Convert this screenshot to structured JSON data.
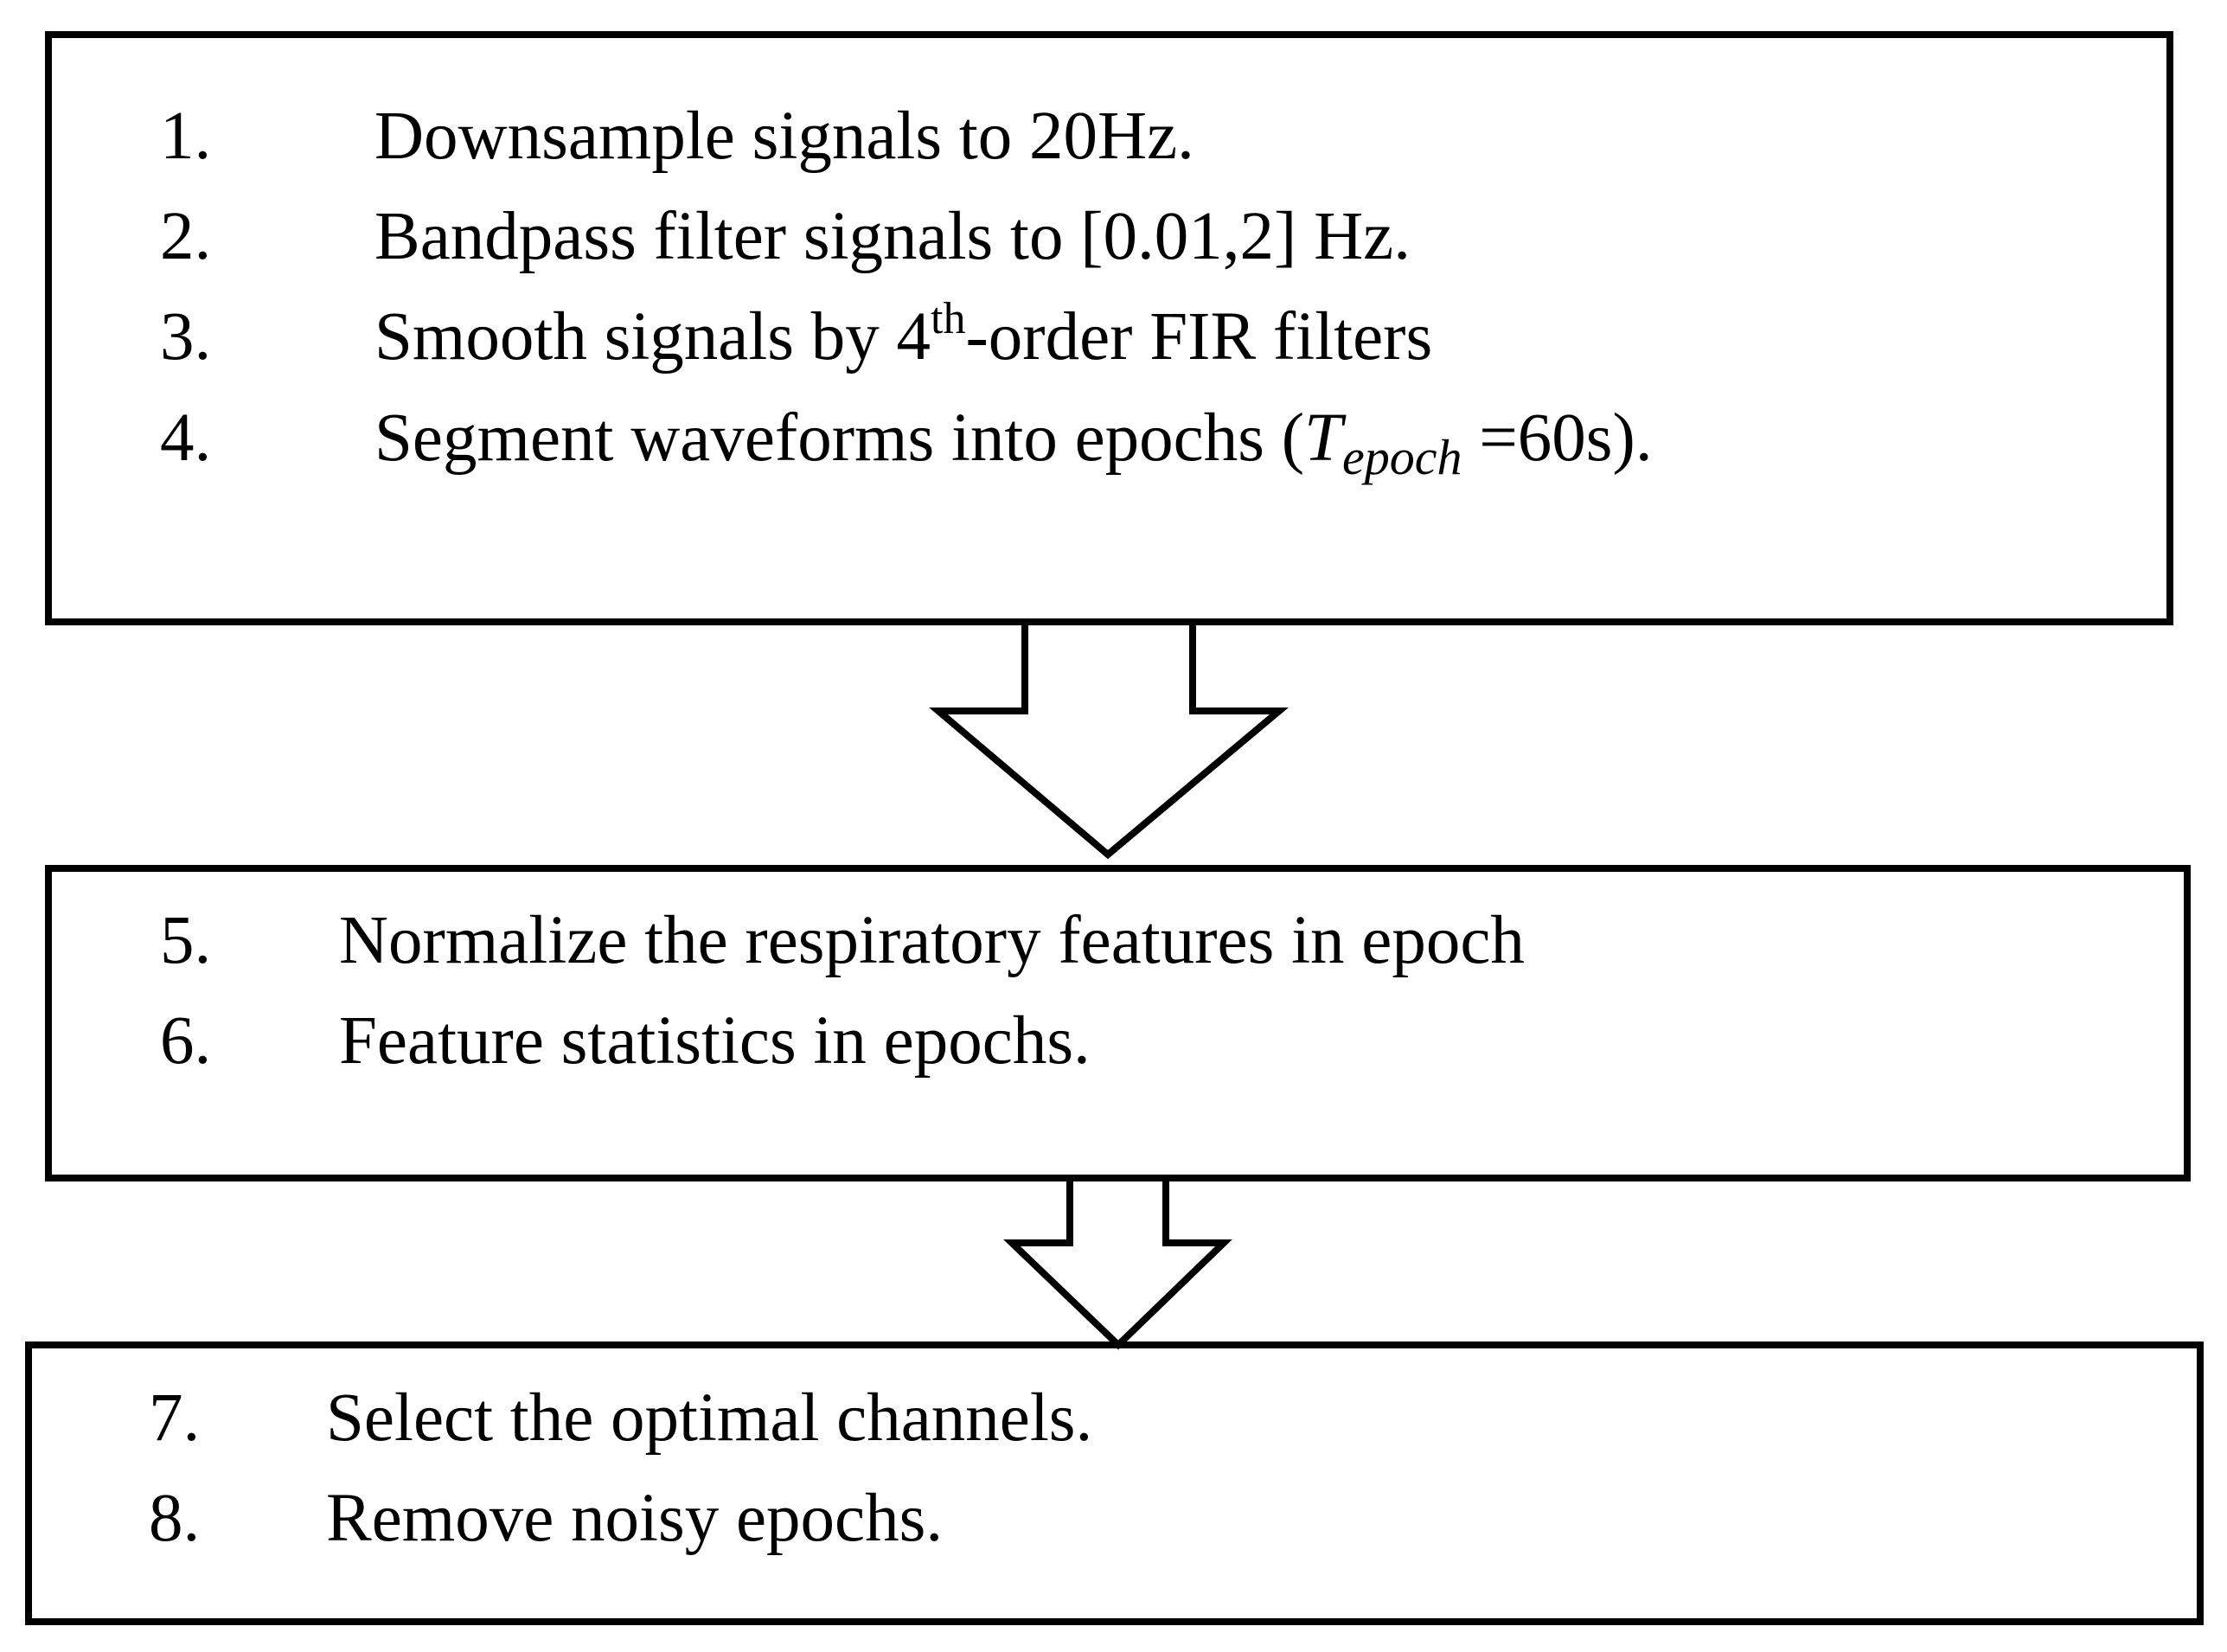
{
  "steps": [
    {
      "number": "1.",
      "text": "Downsample signals to 20Hz."
    },
    {
      "number": "2.",
      "text": "Bandpass filter signals to [0.01,2] Hz."
    },
    {
      "number": "3.",
      "text_before": "Smooth signals by 4",
      "superscript": "th",
      "text_after": "-order FIR filters"
    },
    {
      "number": "4.",
      "text_before": "Segment waveforms into epochs (",
      "variable": "T",
      "subscript": "epoch",
      "text_after": " =60s)."
    },
    {
      "number": "5.",
      "text": "Normalize the respiratory features in epoch"
    },
    {
      "number": "6.",
      "text": "Feature statistics in epochs."
    },
    {
      "number": "7.",
      "text": "Select the optimal channels."
    },
    {
      "number": "8.",
      "text": "Remove noisy epochs."
    }
  ]
}
